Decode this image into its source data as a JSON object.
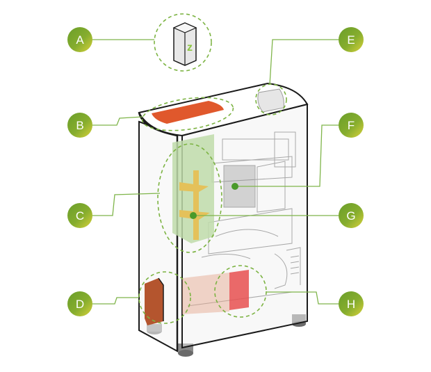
{
  "colors": {
    "callout_green": "#6a9e2a",
    "callout_yellow": "#d8d23a",
    "leader_line": "#7fb54a",
    "highlight_dash": "#7cb342",
    "tray_orange": "#e0582c",
    "heater_red": "#e85050",
    "tank_brown": "#b4552e",
    "water_channel_green": "#bfdcaa",
    "outline": "#1a1a1a",
    "cartridge_logo": "#8cc63f"
  },
  "callouts": [
    {
      "id": "A",
      "label": "A"
    },
    {
      "id": "B",
      "label": "B"
    },
    {
      "id": "C",
      "label": "C"
    },
    {
      "id": "D",
      "label": "D"
    },
    {
      "id": "E",
      "label": "E"
    },
    {
      "id": "F",
      "label": "F"
    },
    {
      "id": "G",
      "label": "G"
    },
    {
      "id": "H",
      "label": "H"
    }
  ],
  "cartridge": {
    "letter": "z",
    "icon": "filter-cartridge-icon"
  }
}
